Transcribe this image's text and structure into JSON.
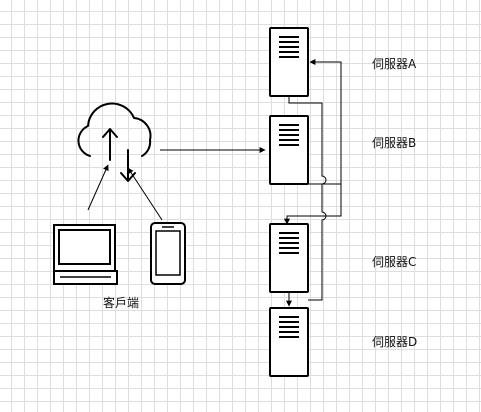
{
  "labels": {
    "server_a": "伺服器A",
    "server_b": "伺服器B",
    "server_c": "伺服器C",
    "server_d": "伺服器D",
    "client": "客戶端"
  },
  "icons": {
    "cloud": "cloud-sync-icon",
    "laptop": "laptop-icon",
    "phone": "smartphone-icon",
    "server": "server-icon"
  },
  "colors": {
    "stroke": "#000000",
    "grid": "#dedede",
    "background": "#ffffff"
  }
}
